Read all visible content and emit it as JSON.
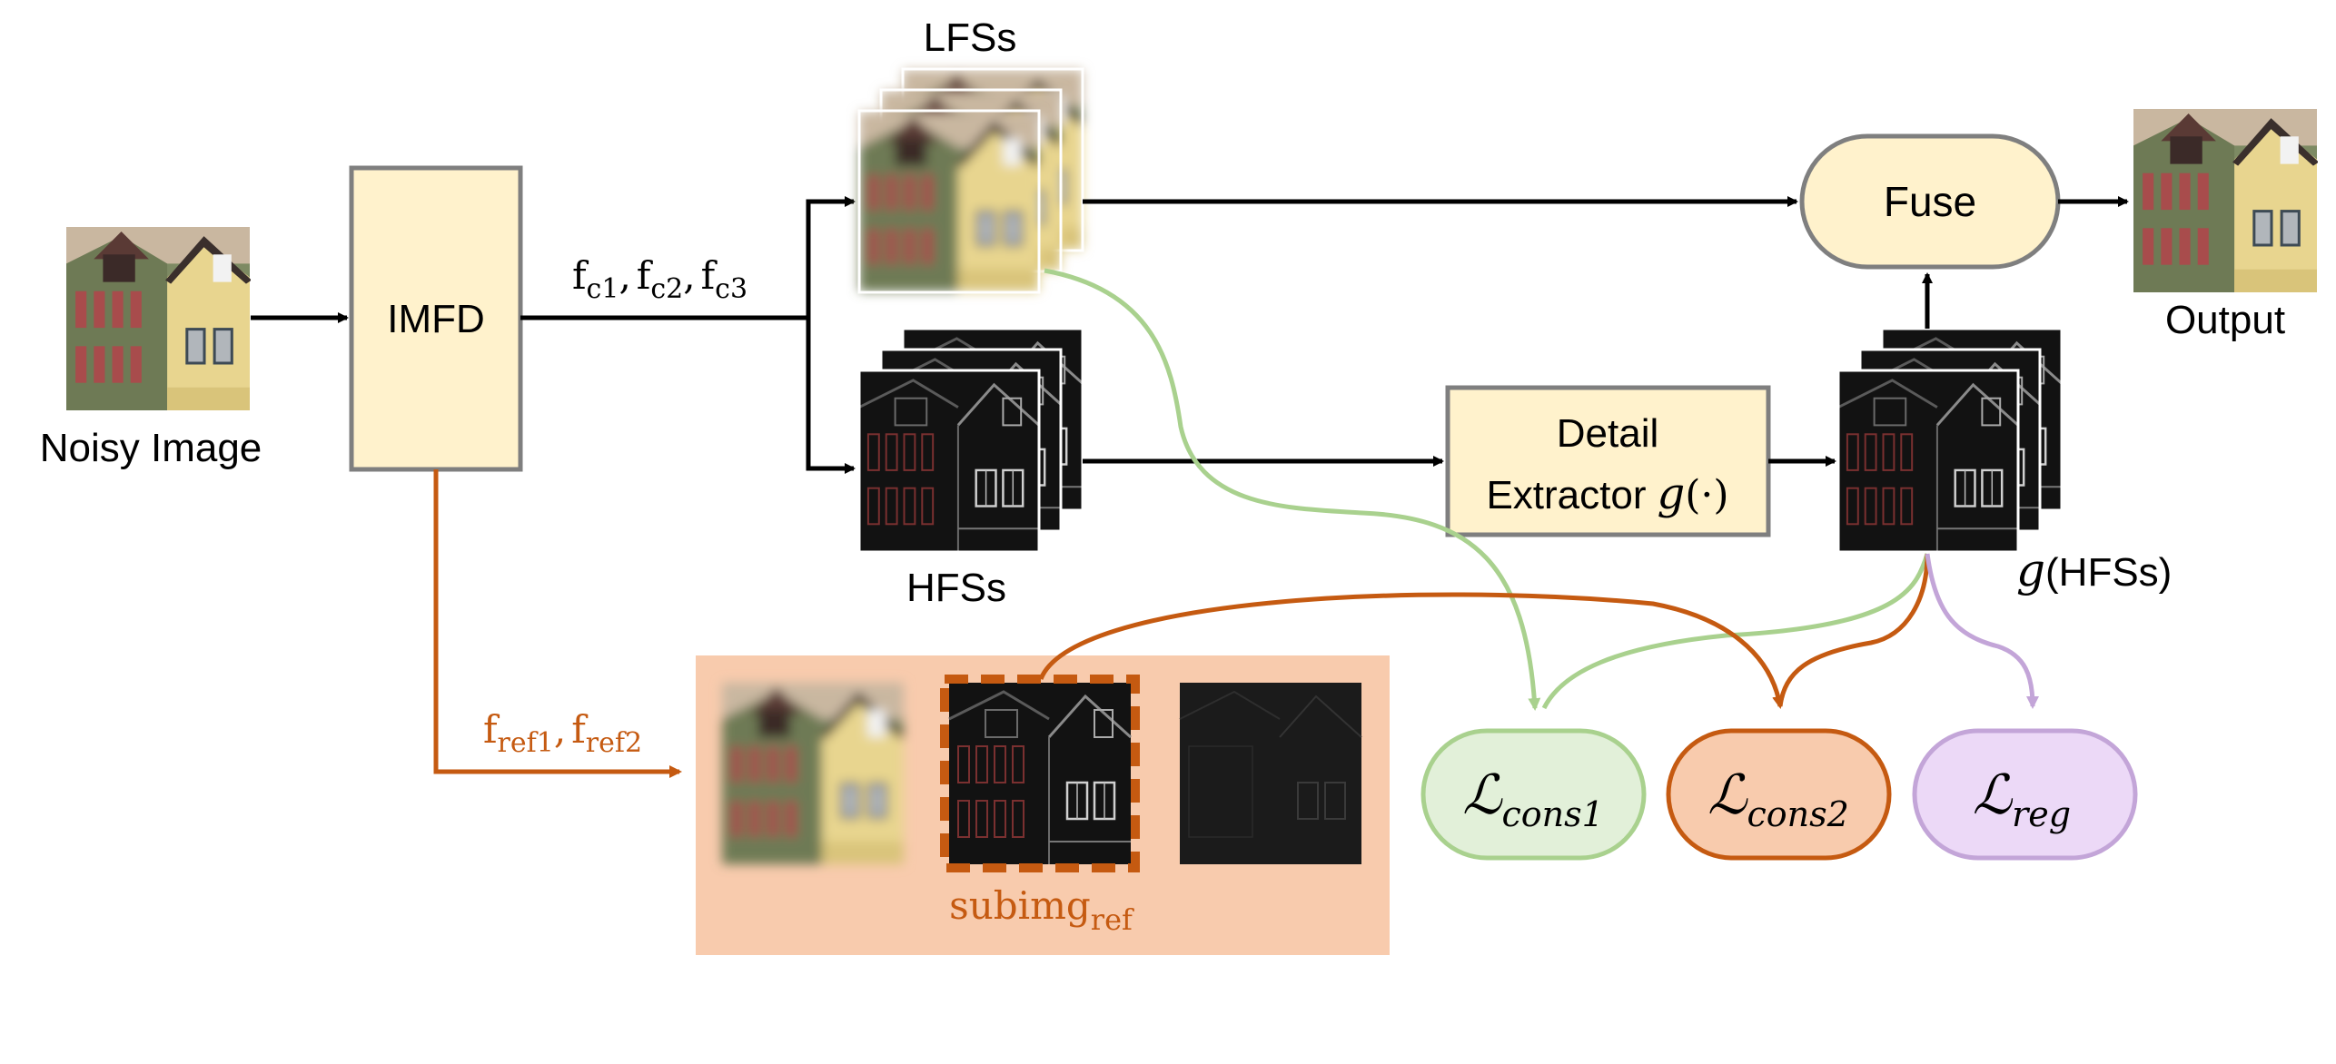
{
  "labels": {
    "noisy_image": "Noisy Image",
    "imfd": "IMFD",
    "lfss": "LFSs",
    "hfss": "HFSs",
    "detail_extractor_line1": "Detail",
    "detail_extractor_line2": "Extractor",
    "g_func_symbol": "g",
    "g_func_arg": "(·)",
    "g_hfss_symbol": "g",
    "g_hfss_arg": "(HFSs)",
    "fuse": "Fuse",
    "output": "Output",
    "fc_f1": "f",
    "fc_s1": "c1",
    "fc_f2": "f",
    "fc_s2": "c2",
    "fc_f3": "f",
    "fc_s3": "c3",
    "fc_sep": ",",
    "fref_f1": "f",
    "fref_s1": "ref1",
    "fref_f2": "f",
    "fref_s2": "ref2",
    "fref_sep": ",",
    "subimg_base": "subimg",
    "subimg_sub": "ref",
    "loss_symbol": "ℒ",
    "loss1_sub": "cons1",
    "loss2_sub": "cons2",
    "loss3_sub": "reg"
  },
  "colors": {
    "box_fill": "#fff2cc",
    "box_stroke": "#7f7f7f",
    "orange": "#c55a11",
    "orange_panel": "#f8cbad",
    "green_stroke": "#a9d18e",
    "green_fill": "#e2f0d9",
    "orange_loss_fill": "#f8cbad",
    "purple_stroke": "#c3a5d8",
    "purple_fill": "#ecd9f7",
    "arrow": "#000000"
  }
}
